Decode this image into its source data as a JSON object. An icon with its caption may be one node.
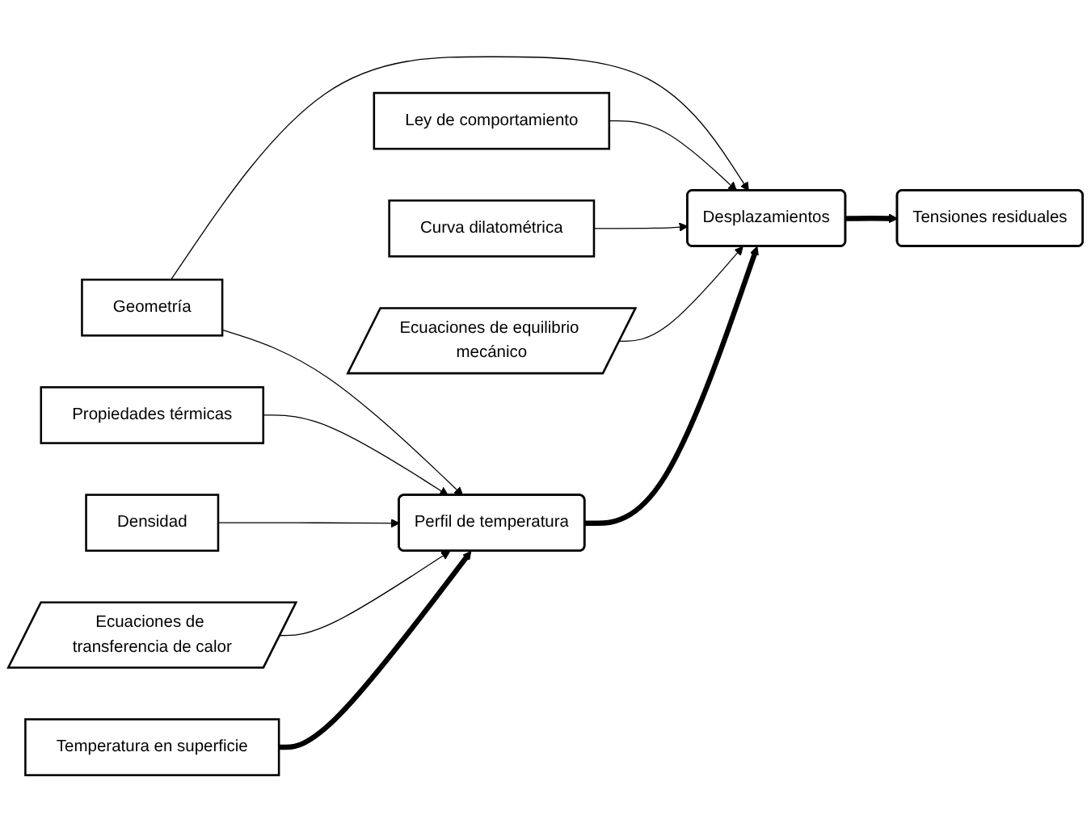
{
  "diagram": {
    "nodes": [
      {
        "text": [
          "Geometría"
        ]
      },
      {
        "text": [
          "Propiedades térmicas"
        ]
      },
      {
        "text": [
          "Densidad"
        ]
      },
      {
        "text": [
          "Temperatura en superficie"
        ]
      },
      {
        "text": [
          "Ley de comportamiento"
        ]
      },
      {
        "text": [
          "Curva dilatométrica"
        ]
      },
      {
        "text": [
          "Tensiones residuales"
        ]
      },
      {
        "text": [
          "Perfil de temperatura"
        ]
      },
      {
        "text": [
          "Desplazamientos"
        ]
      },
      {
        "text": [
          "Ecuaciones de transferencia de calor"
        ]
      },
      {
        "text": [
          "Ecuaciones de equilibrio mecánico"
        ]
      }
    ],
    "edges": [
      {
        "from": 0,
        "to": 7,
        "arrow": "to"
      },
      {
        "from": 1,
        "to": 7,
        "arrow": "to"
      },
      {
        "from": 2,
        "to": 7,
        "arrow": "to"
      },
      {
        "from": 9,
        "to": 7,
        "arrow": "to"
      },
      {
        "from": 3,
        "to": 7,
        "arrow": "to",
        "style": "thick"
      },
      {
        "from": 0,
        "to": 8,
        "arrow": "to"
      },
      {
        "from": 4,
        "to": 8,
        "arrow": "to"
      },
      {
        "from": 5,
        "to": 8,
        "arrow": "to"
      },
      {
        "from": 10,
        "to": 8,
        "arrow": "to"
      },
      {
        "from": 7,
        "to": 8,
        "arrow": "to",
        "style": "thick"
      },
      {
        "from": 8,
        "to": 6,
        "arrow": "to",
        "style": "thick"
      }
    ]
  }
}
